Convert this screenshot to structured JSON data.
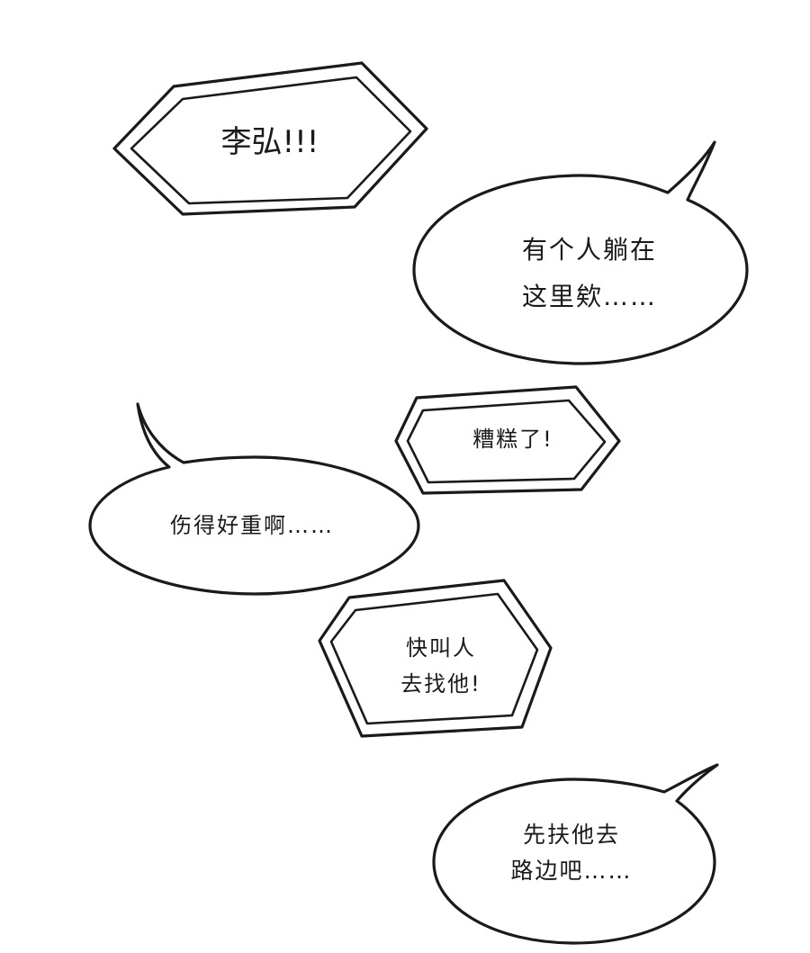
{
  "panel": {
    "background": "#ffffff",
    "ink_color": "#1a1a1a"
  },
  "bubbles": [
    {
      "kind": "shout",
      "lines": [
        "李弘!!!"
      ]
    },
    {
      "kind": "speech",
      "lines": [
        "有个人躺在",
        "这里欸……"
      ]
    },
    {
      "kind": "shout",
      "lines": [
        "糟糕了!"
      ]
    },
    {
      "kind": "speech",
      "lines": [
        "伤得好重啊……"
      ]
    },
    {
      "kind": "shout",
      "lines": [
        "快叫人",
        "去找他!"
      ]
    },
    {
      "kind": "speech",
      "lines": [
        "先扶他去",
        "路边吧……"
      ]
    }
  ]
}
